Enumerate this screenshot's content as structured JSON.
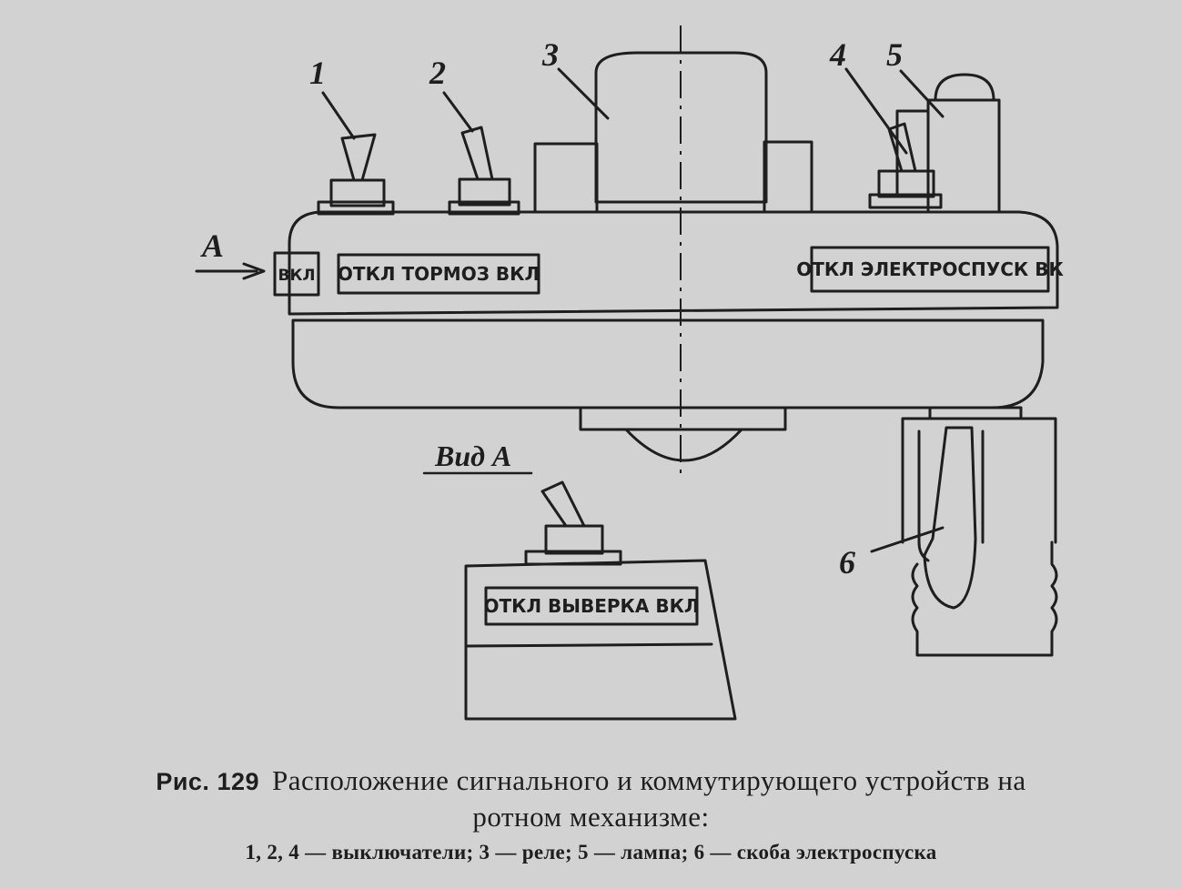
{
  "labels": {
    "callout_1": "1",
    "callout_2": "2",
    "callout_3": "3",
    "callout_4": "4",
    "callout_5": "5",
    "callout_6": "6",
    "arrow_a": "A",
    "view_a": "Вид А"
  },
  "plates": {
    "vkl": "ВКЛ",
    "tormoz": "ОТКЛ ТОРМОЗ ВКЛ",
    "elektrospusk": "ОТКЛ ЭЛЕКТРОСПУСК ВК",
    "vyverka": "ОТКЛ ВЫВЕРКА ВКЛ"
  },
  "caption": {
    "figure_number": "Рис. 129",
    "title_line1": "Расположение сигнального и коммутирующего устройств на",
    "title_line2": "ротном механизме:",
    "legend": "1, 2, 4 — выключатели; 3 — реле; 5 — лампа; 6 — скоба электроспуска"
  }
}
